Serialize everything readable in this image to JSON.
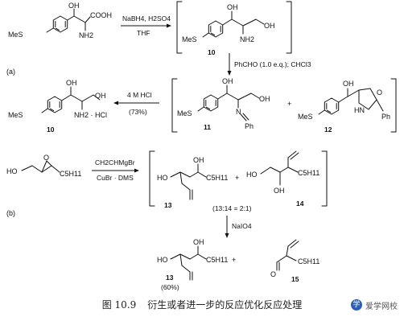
{
  "part_labels": {
    "a": "(a)",
    "b": "(b)"
  },
  "reagents": {
    "step1_top": "NaBH4, H2SO4",
    "step1_bottom": "THF",
    "step2": "PhCHO (1.0 e.q.); CHCl3",
    "step3_top": "4 M HCl",
    "step3_bottom": "(73%)",
    "step4_top": "CH2CHMgBr",
    "step4_bottom": "CuBr · DMS",
    "step5": "NaIO4"
  },
  "atoms": {
    "oh": "OH",
    "cooh": "COOH",
    "nh2": "NH2",
    "nh2_hcl": "NH2 · HCl",
    "ho": "HO",
    "mes": "MeS",
    "ph": "Ph",
    "hn": "HN",
    "o": "O",
    "n": "N",
    "c5h11": "C5H11"
  },
  "compounds": {
    "c10": "10",
    "c10b": "10",
    "c11": "11",
    "c12": "12",
    "c13": "13",
    "c13b": "13",
    "c14": "14",
    "c15": "15"
  },
  "ratio_text": "(13:14 = 2:1)",
  "yield_13": "(60%)",
  "plus": "+",
  "caption": {
    "fig_no": "图 10.9",
    "title": "衍生或者进一步的反应优化反应处理"
  },
  "watermark": {
    "logo": "学",
    "text": "爱学网校"
  }
}
